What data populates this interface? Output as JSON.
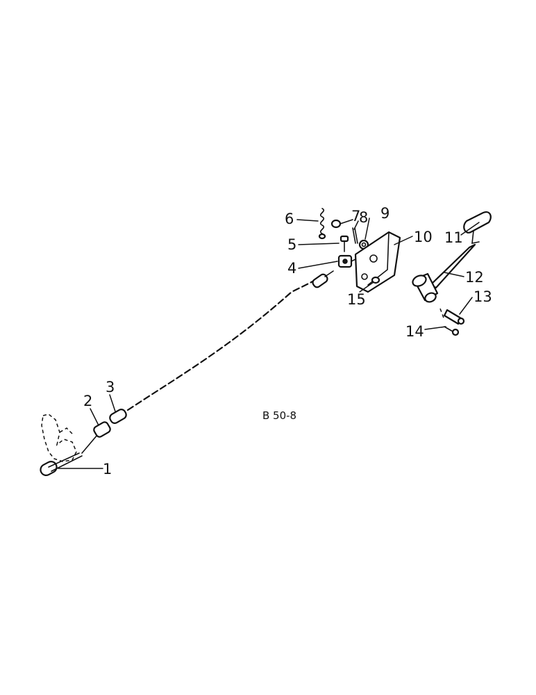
{
  "figure_code": "B 50-8",
  "callouts": [
    "1",
    "2",
    "3",
    "4",
    "5",
    "6",
    "7",
    "8",
    "9",
    "10",
    "11",
    "12",
    "13",
    "14",
    "15"
  ]
}
